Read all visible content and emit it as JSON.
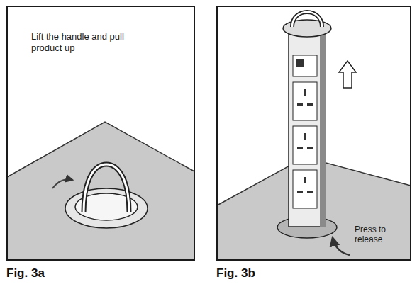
{
  "diagram": {
    "nodes": [
      {
        "text": [
          "Lift the handle and pull product up"
        ]
      },
      {
        "text": [
          "Press to release"
        ]
      }
    ],
    "labels": [
      "Fig. 3a",
      "Fig. 3b"
    ]
  }
}
